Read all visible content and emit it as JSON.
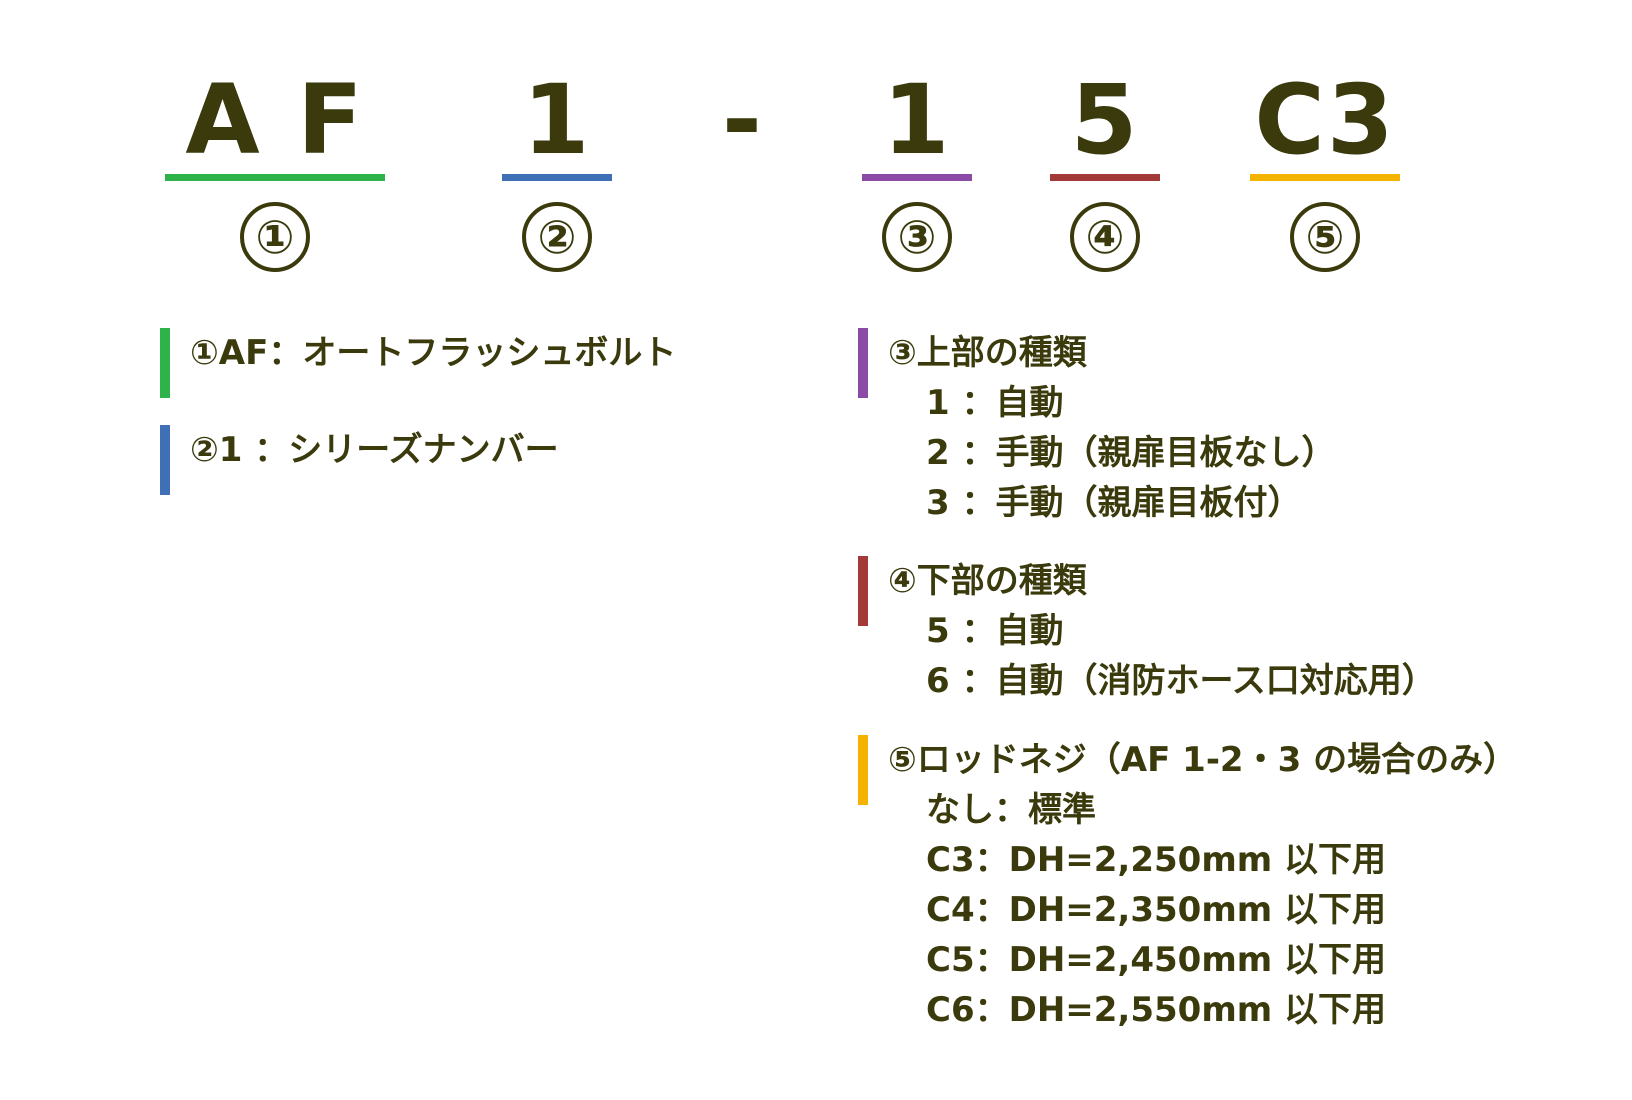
{
  "code_parts": [
    {
      "text": "A F",
      "color": "#2db34a"
    },
    {
      "text": "1",
      "color": "#3f6fb5"
    },
    {
      "text": "1",
      "color": "#8a4aa5"
    },
    {
      "text": "5",
      "color": "#a33a3a"
    },
    {
      "text": "C3",
      "color": "#f5b301"
    }
  ],
  "separator": "-",
  "markers": [
    "①",
    "②",
    "③",
    "④",
    "⑤"
  ],
  "sections": {
    "s1": {
      "color": "#2db34a",
      "title": "①AF：オートフラッシュボルト",
      "lines": []
    },
    "s2": {
      "color": "#3f6fb5",
      "title": "②1 ：シリーズナンバー",
      "lines": []
    },
    "s3": {
      "color": "#8a4aa5",
      "title": "③上部の種類",
      "lines": [
        "1 ：自動",
        "2 ：手動（親扉目板なし）",
        "3 ：手動（親扉目板付）"
      ]
    },
    "s4": {
      "color": "#a33a3a",
      "title": "④下部の種類",
      "lines": [
        "5 ：自動",
        "6 ：自動（消防ホース口対応用）"
      ]
    },
    "s5": {
      "color": "#f5b301",
      "title": "⑤ロッドネジ（AF 1-2・3 の場合のみ）",
      "lines": [
        "なし：標準",
        "C3：DH=2,250mm 以下用",
        "C4：DH=2,350mm 以下用",
        "C5：DH=2,450mm 以下用",
        "C6：DH=2,550mm 以下用"
      ]
    }
  }
}
